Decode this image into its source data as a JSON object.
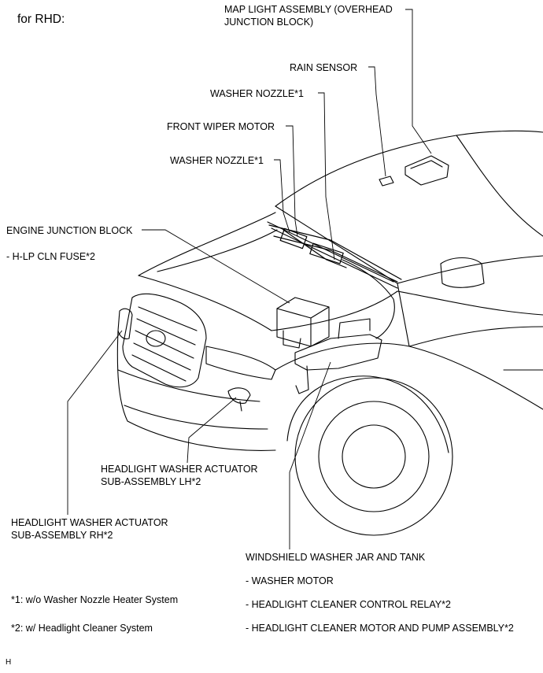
{
  "page": {
    "title": "for RHD:",
    "figure_code": "H"
  },
  "labels": {
    "map_light": "MAP LIGHT ASSEMBLY (OVERHEAD\nJUNCTION BLOCK)",
    "rain_sensor": "RAIN SENSOR",
    "washer_nozzle_upper": "WASHER NOZZLE*1",
    "front_wiper_motor": "FRONT WIPER MOTOR",
    "washer_nozzle_lower": "WASHER NOZZLE*1",
    "engine_junction_block": "ENGINE JUNCTION BLOCK",
    "hlp_cln_fuse": "- H-LP CLN FUSE*2",
    "hw_actuator_lh": "HEADLIGHT WASHER ACTUATOR\nSUB-ASSEMBLY LH*2",
    "hw_actuator_rh": "HEADLIGHT WASHER ACTUATOR\nSUB-ASSEMBLY RH*2",
    "washer_jar": "WINDSHIELD WASHER JAR AND TANK",
    "washer_motor": "- WASHER MOTOR",
    "cleaner_relay": "- HEADLIGHT CLEANER CONTROL RELAY*2",
    "cleaner_pump": "- HEADLIGHT CLEANER MOTOR AND PUMP ASSEMBLY*2"
  },
  "footnotes": {
    "note1": "*1: w/o Washer Nozzle Heater System",
    "note2": "*2: w/ Headlight Cleaner System"
  }
}
